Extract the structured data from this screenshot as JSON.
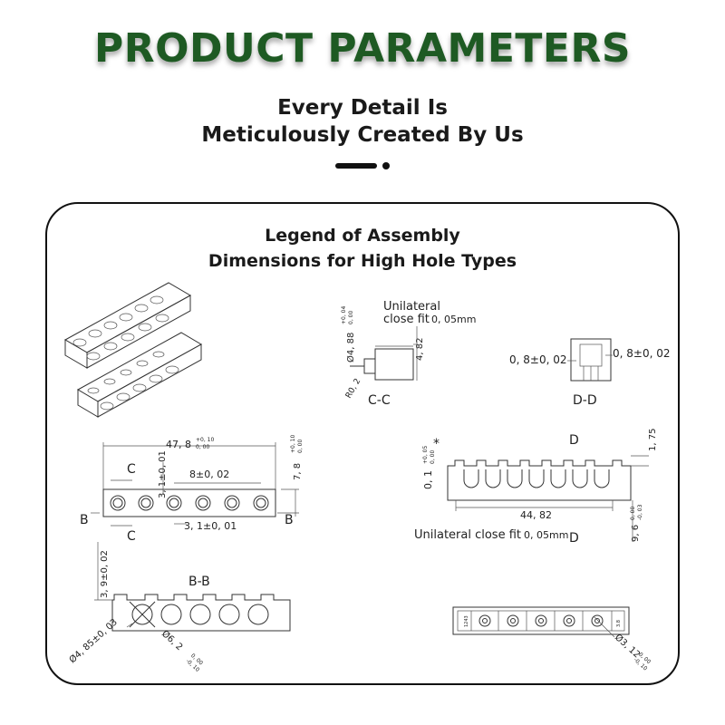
{
  "header": {
    "title": "PRODUCT PARAMETERS",
    "subtitle_line1": "Every Detail Is",
    "subtitle_line2": "Meticulously Created By Us"
  },
  "colors": {
    "title_green": "#1e5a23",
    "ink": "#1a1a1a"
  },
  "panel": {
    "title_line1": "Legend of Assembly",
    "title_line2": "Dimensions for High Hole Types"
  },
  "section_cc": {
    "note_line1": "Unilateral",
    "note_line2": "close fit",
    "note_value": "0, 05mm",
    "diameter": "Ø4, 88",
    "diameter_tol_upper": "+0, 04",
    "diameter_tol_lower": "0, 00",
    "height": "4, 82",
    "radius": "R0, 2",
    "label": "C-C"
  },
  "section_dd": {
    "left_dim": "0, 8±0, 02",
    "right_dim": "0, 8±0, 02",
    "label": "D-D"
  },
  "top_view": {
    "length": "47, 8",
    "length_tol_upper": "+0, 10",
    "length_tol_lower": "0, 00",
    "width": "7, 8",
    "width_tol_upper": "+0, 10",
    "width_tol_lower": "0, 00",
    "offset_y": "3, 1±0, 01",
    "pitch": "8±0, 02",
    "offset_x": "3, 1±0, 01",
    "c_top": "C",
    "c_bottom": "C",
    "b_left": "B",
    "b_right": "B"
  },
  "side_view": {
    "d_top": "D",
    "d_bottom": "D",
    "depth": "0, 1",
    "depth_tol_upper": "+0, 05",
    "depth_tol_lower": "0, 00",
    "depth_mark": "*",
    "top_dim": "1, 75",
    "length": "44, 82",
    "height": "9, 6",
    "height_tol_upper": "0, 00",
    "height_tol_lower": "-0, 03",
    "note": "Unilateral close fit",
    "note_value": "0, 05mm"
  },
  "section_bb": {
    "label": "B-B",
    "height_dim": "3, 9±0, 02",
    "hole_dim": "Ø4, 85±0, 03",
    "hole2_dim": "Ø6, 2",
    "hole2_tol_upper": "0, 00",
    "hole2_tol_lower": "-0, 10"
  },
  "bottom_view": {
    "part_mark_left": "1243",
    "part_mark_right": "3.8",
    "hole_dim": "Ø3, 12",
    "hole_tol_upper": "0, 00",
    "hole_tol_lower": "-0, 10"
  }
}
